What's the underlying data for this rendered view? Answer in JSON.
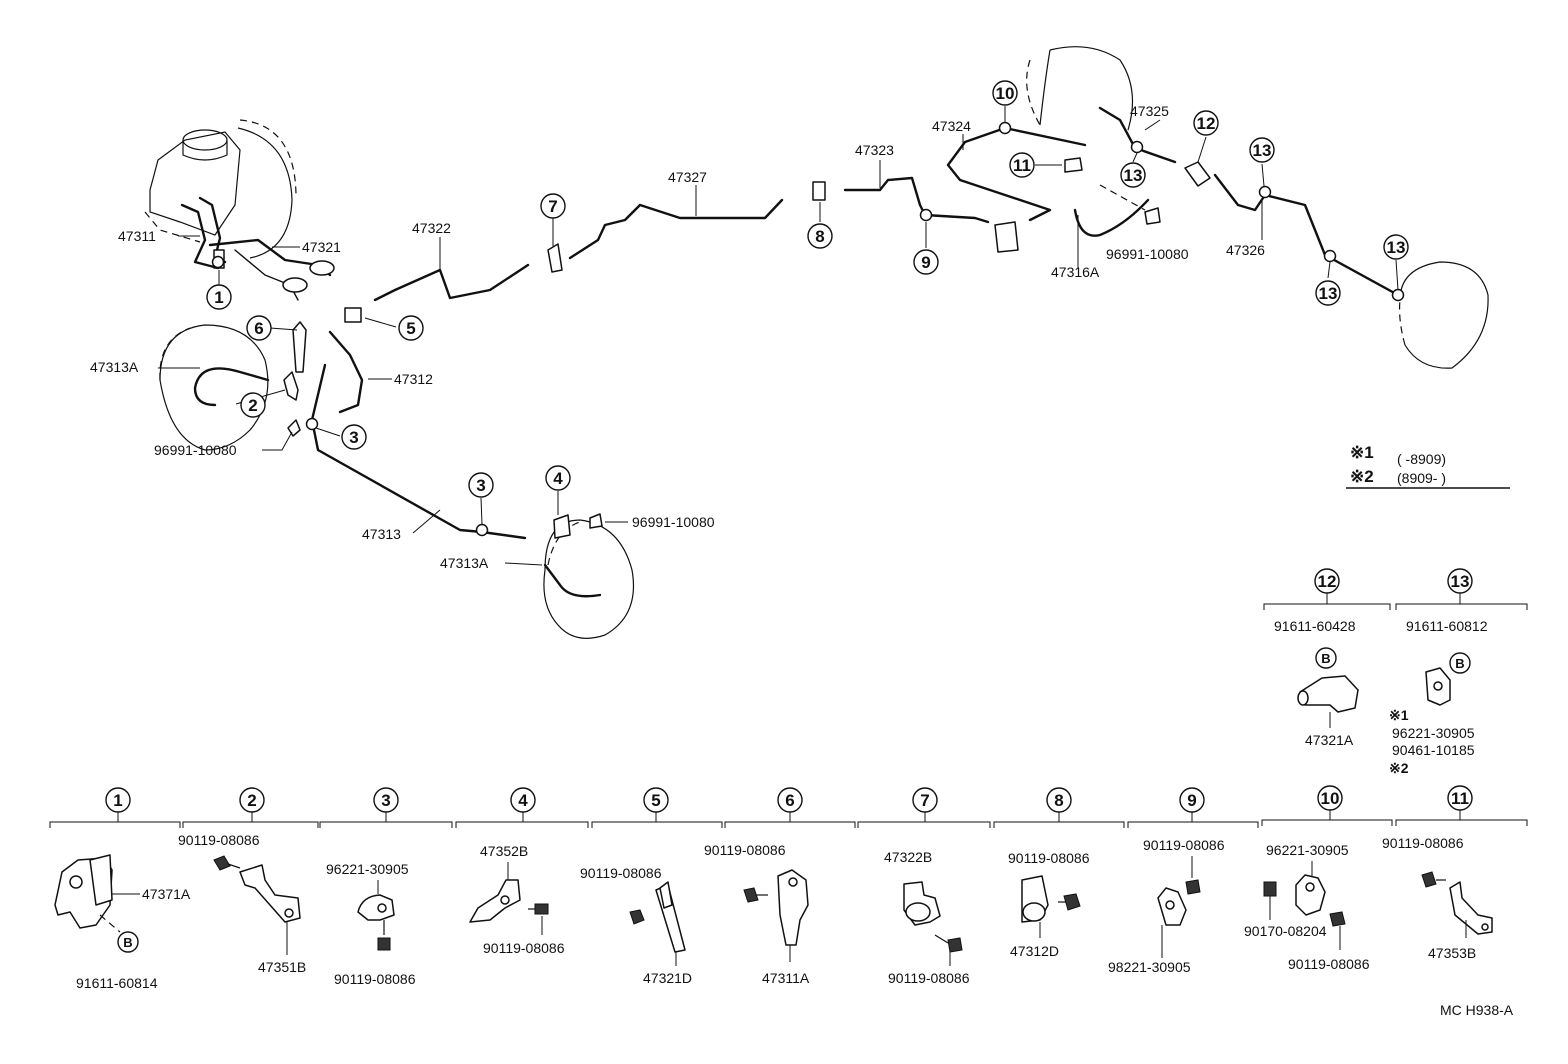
{
  "part_numbers": {
    "p47311": "47311",
    "p47321": "47321",
    "p47322": "47322",
    "p47327": "47327",
    "p47323": "47323",
    "p47324": "47324",
    "p47325": "47325",
    "p47326": "47326",
    "p47316A": "47316A",
    "p96991_10080_top": "96991-10080",
    "p47313A_left": "47313A",
    "p47312": "47312",
    "p96991_10080_left": "96991-10080",
    "p47313": "47313",
    "p96991_10080_mid": "96991-10080",
    "p47313A_mid": "47313A"
  },
  "callouts": {
    "c1": "1",
    "c2": "2",
    "c3": "3",
    "c4": "4",
    "c5": "5",
    "c6": "6",
    "c7": "7",
    "c8": "8",
    "c9": "9",
    "c10": "10",
    "c11": "11",
    "c12": "12",
    "c13": "13"
  },
  "notes": {
    "note1_mark": "※1",
    "note1_range": "(        -8909)",
    "note2_mark": "※2",
    "note2_range": "(8909-          )"
  },
  "detail_12": {
    "header": "12",
    "part_a": "91611-60428",
    "b_mark": "B",
    "part_b": "47321A"
  },
  "detail_13": {
    "header": "13",
    "part_a": "91611-60812",
    "b_mark": "B",
    "note1": "※1",
    "part_b": "96221-30905",
    "part_c": "90461-10185",
    "note2": "※2"
  },
  "bottom_details": [
    {
      "header": "1",
      "parts": [
        "47371A",
        "91611-60814"
      ],
      "b_mark": "B"
    },
    {
      "header": "2",
      "parts": [
        "90119-08086",
        "47351B"
      ]
    },
    {
      "header": "3",
      "parts": [
        "96221-30905",
        "90119-08086"
      ]
    },
    {
      "header": "4",
      "parts": [
        "47352B",
        "90119-08086"
      ]
    },
    {
      "header": "5",
      "parts": [
        "90119-08086",
        "47321D"
      ]
    },
    {
      "header": "6",
      "parts": [
        "90119-08086",
        "47311A"
      ]
    },
    {
      "header": "7",
      "parts": [
        "47322B",
        "90119-08086"
      ]
    },
    {
      "header": "8",
      "parts": [
        "90119-08086",
        "47312D"
      ]
    },
    {
      "header": "9",
      "parts": [
        "90119-08086",
        "98221-30905"
      ]
    },
    {
      "header": "10",
      "parts": [
        "96221-30905",
        "90170-08204",
        "90119-08086"
      ]
    },
    {
      "header": "11",
      "parts": [
        "90119-08086",
        "47353B"
      ]
    }
  ],
  "figure_code": "MC H938-A"
}
